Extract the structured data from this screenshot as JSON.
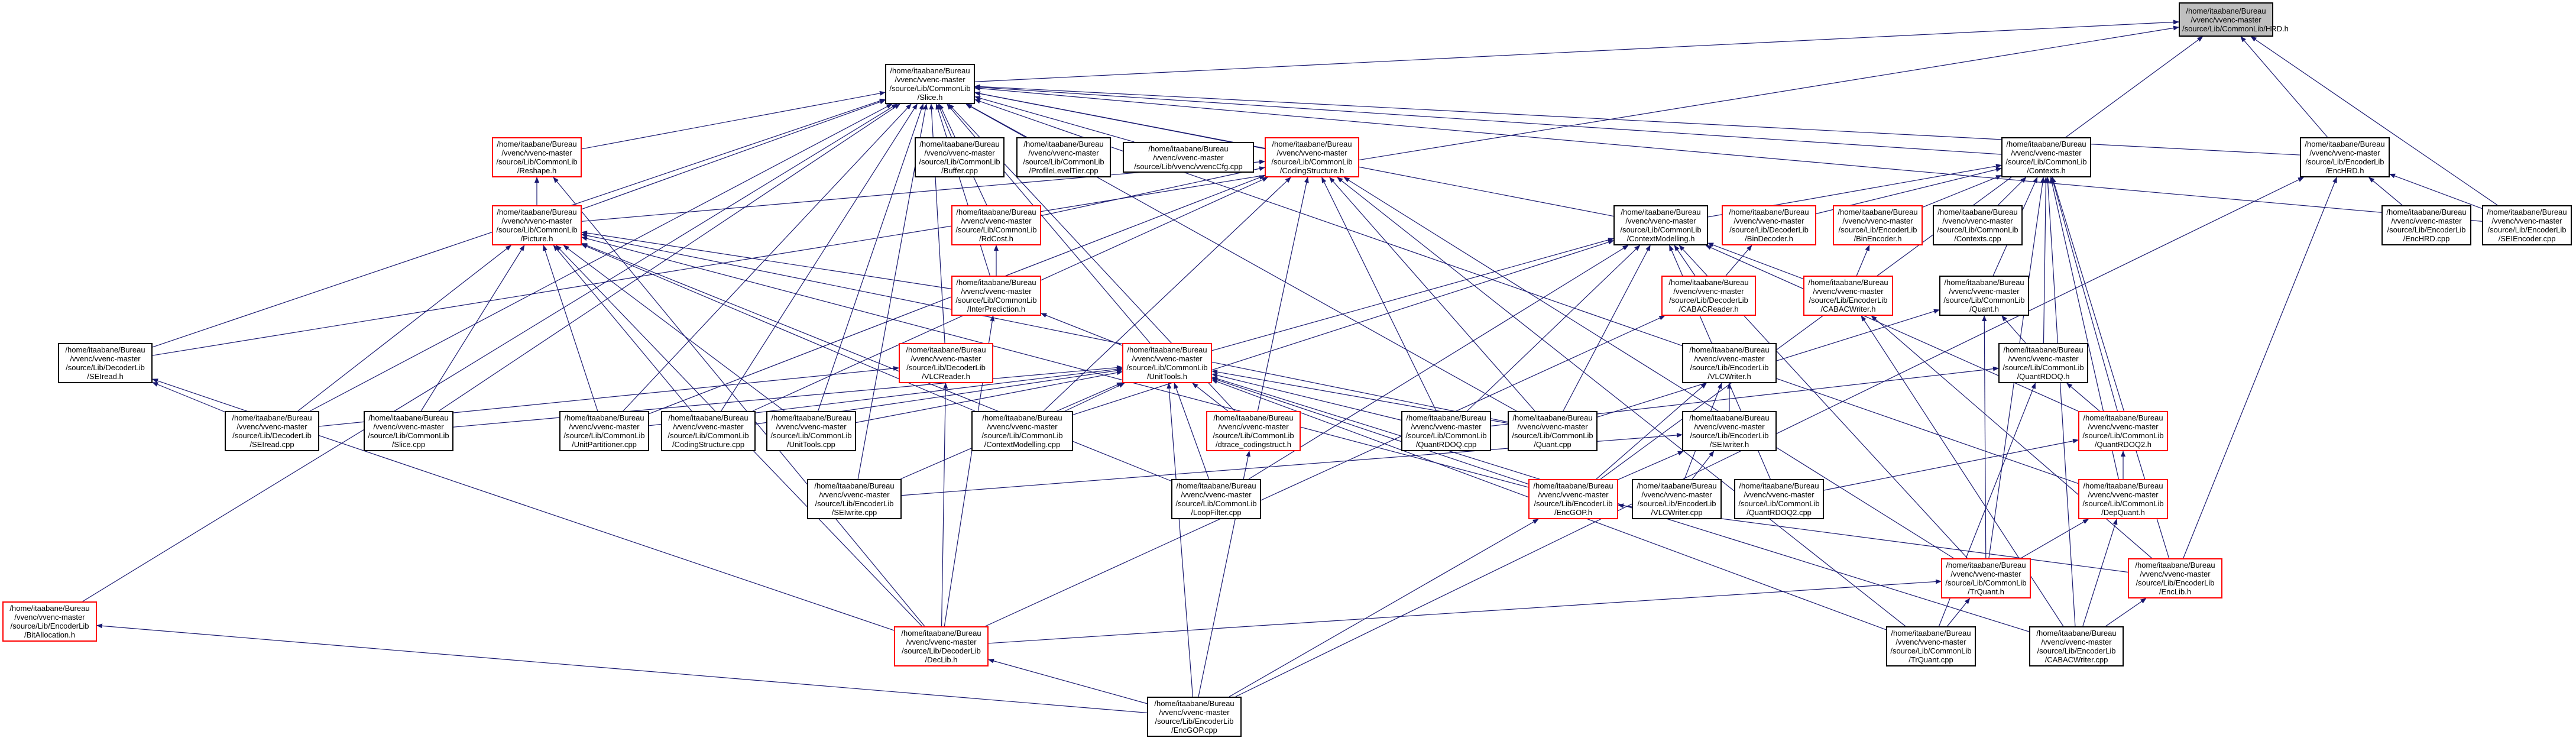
{
  "nodes": {
    "hrd": {
      "lines": [
        "/home/itaabane/Bureau",
        "/vvenc/vvenc-master",
        "/source/Lib/CommonLib/HRD.h"
      ],
      "color": "root"
    },
    "slice": {
      "lines": [
        "/home/itaabane/Bureau",
        "/vvenc/vvenc-master",
        "/source/Lib/CommonLib",
        "/Slice.h"
      ],
      "color": "black"
    },
    "seiread_h": {
      "lines": [
        "/home/itaabane/Bureau",
        "/vvenc/vvenc-master",
        "/source/Lib/DecoderLib",
        "/SEIread.h"
      ],
      "color": "black"
    },
    "bitalloc": {
      "lines": [
        "/home/itaabane/Bureau",
        "/vvenc/vvenc-master",
        "/source/Lib/EncoderLib",
        "/BitAllocation.h"
      ],
      "color": "red"
    },
    "reshape": {
      "lines": [
        "/home/itaabane/Bureau",
        "/vvenc/vvenc-master",
        "/source/Lib/CommonLib",
        "/Reshape.h"
      ],
      "color": "red"
    },
    "picture": {
      "lines": [
        "/home/itaabane/Bureau",
        "/vvenc/vvenc-master",
        "/source/Lib/CommonLib",
        "/Picture.h"
      ],
      "color": "red"
    },
    "buffer": {
      "lines": [
        "/home/itaabane/Bureau",
        "/vvenc/vvenc-master",
        "/source/Lib/CommonLib",
        "/Buffer.cpp"
      ],
      "color": "black"
    },
    "profile": {
      "lines": [
        "/home/itaabane/Bureau",
        "/vvenc/vvenc-master",
        "/source/Lib/CommonLib",
        "/ProfileLevelTier.cpp"
      ],
      "color": "black"
    },
    "vvenccfg": {
      "lines": [
        "/home/itaabane/Bureau",
        "/vvenc/vvenc-master",
        "/source/Lib/vvenc/vvencCfg.cpp"
      ],
      "color": "black"
    },
    "codingstruct": {
      "lines": [
        "/home/itaabane/Bureau",
        "/vvenc/vvenc-master",
        "/source/Lib/CommonLib",
        "/CodingStructure.h"
      ],
      "color": "red"
    },
    "rdcost": {
      "lines": [
        "/home/itaabane/Bureau",
        "/vvenc/vvenc-master",
        "/source/Lib/CommonLib",
        "/RdCost.h"
      ],
      "color": "red"
    },
    "interpred": {
      "lines": [
        "/home/itaabane/Bureau",
        "/vvenc/vvenc-master",
        "/source/Lib/CommonLib",
        "/InterPrediction.h"
      ],
      "color": "red"
    },
    "vlcreader": {
      "lines": [
        "/home/itaabane/Bureau",
        "/vvenc/vvenc-master",
        "/source/Lib/DecoderLib",
        "/VLCReader.h"
      ],
      "color": "red"
    },
    "unittools": {
      "lines": [
        "/home/itaabane/Bureau",
        "/vvenc/vvenc-master",
        "/source/Lib/CommonLib",
        "/UnitTools.h"
      ],
      "color": "red"
    },
    "seiread_cpp": {
      "lines": [
        "/home/itaabane/Bureau",
        "/vvenc/vvenc-master",
        "/source/Lib/DecoderLib",
        "/SEIread.cpp"
      ],
      "color": "black"
    },
    "slice_cpp": {
      "lines": [
        "/home/itaabane/Bureau",
        "/vvenc/vvenc-master",
        "/source/Lib/CommonLib",
        "/Slice.cpp"
      ],
      "color": "black"
    },
    "unitpart": {
      "lines": [
        "/home/itaabane/Bureau",
        "/vvenc/vvenc-master",
        "/source/Lib/CommonLib",
        "/UnitPartitioner.cpp"
      ],
      "color": "black"
    },
    "codingstruct_cpp": {
      "lines": [
        "/home/itaabane/Bureau",
        "/vvenc/vvenc-master",
        "/source/Lib/CommonLib",
        "/CodingStructure.cpp"
      ],
      "color": "black"
    },
    "unittools_cpp": {
      "lines": [
        "/home/itaabane/Bureau",
        "/vvenc/vvenc-master",
        "/source/Lib/CommonLib",
        "/UnitTools.cpp"
      ],
      "color": "black"
    },
    "ctxmodel_cpp": {
      "lines": [
        "/home/itaabane/Bureau",
        "/vvenc/vvenc-master",
        "/source/Lib/CommonLib",
        "/ContextModelling.cpp"
      ],
      "color": "black"
    },
    "dtrace": {
      "lines": [
        "/home/itaabane/Bureau",
        "/vvenc/vvenc-master",
        "/source/Lib/CommonLib",
        "/dtrace_codingstruct.h"
      ],
      "color": "red"
    },
    "seiwrite_cpp": {
      "lines": [
        "/home/itaabane/Bureau",
        "/vvenc/vvenc-master",
        "/source/Lib/EncoderLib",
        "/SEIwrite.cpp"
      ],
      "color": "black"
    },
    "loopfilter": {
      "lines": [
        "/home/itaabane/Bureau",
        "/vvenc/vvenc-master",
        "/source/Lib/CommonLib",
        "/LoopFilter.cpp"
      ],
      "color": "black"
    },
    "contexts": {
      "lines": [
        "/home/itaabane/Bureau",
        "/vvenc/vvenc-master",
        "/source/Lib/CommonLib",
        "/Contexts.h"
      ],
      "color": "black"
    },
    "ctxmodel": {
      "lines": [
        "/home/itaabane/Bureau",
        "/vvenc/vvenc-master",
        "/source/Lib/CommonLib",
        "/ContextModelling.h"
      ],
      "color": "black"
    },
    "bindecoder": {
      "lines": [
        "/home/itaabane/Bureau",
        "/vvenc/vvenc-master",
        "/source/Lib/DecoderLib",
        "/BinDecoder.h"
      ],
      "color": "red"
    },
    "binencoder": {
      "lines": [
        "/home/itaabane/Bureau",
        "/vvenc/vvenc-master",
        "/source/Lib/EncoderLib",
        "/BinEncoder.h"
      ],
      "color": "red"
    },
    "contexts_cpp": {
      "lines": [
        "/home/itaabane/Bureau",
        "/vvenc/vvenc-master",
        "/source/Lib/CommonLib",
        "/Contexts.cpp"
      ],
      "color": "black"
    },
    "cabacreader": {
      "lines": [
        "/home/itaabane/Bureau",
        "/vvenc/vvenc-master",
        "/source/Lib/DecoderLib",
        "/CABACReader.h"
      ],
      "color": "red"
    },
    "cabacwriter": {
      "lines": [
        "/home/itaabane/Bureau",
        "/vvenc/vvenc-master",
        "/source/Lib/EncoderLib",
        "/CABACWriter.h"
      ],
      "color": "red"
    },
    "quant": {
      "lines": [
        "/home/itaabane/Bureau",
        "/vvenc/vvenc-master",
        "/source/Lib/CommonLib",
        "/Quant.h"
      ],
      "color": "black"
    },
    "vlcwriter": {
      "lines": [
        "/home/itaabane/Bureau",
        "/vvenc/vvenc-master",
        "/source/Lib/EncoderLib",
        "/VLCWriter.h"
      ],
      "color": "black"
    },
    "quantrdoq": {
      "lines": [
        "/home/itaabane/Bureau",
        "/vvenc/vvenc-master",
        "/source/Lib/CommonLib",
        "/QuantRDOQ.h"
      ],
      "color": "black"
    },
    "quantrdoq_cpp": {
      "lines": [
        "/home/itaabane/Bureau",
        "/vvenc/vvenc-master",
        "/source/Lib/CommonLib",
        "/QuantRDOQ.cpp"
      ],
      "color": "black"
    },
    "quant_cpp": {
      "lines": [
        "/home/itaabane/Bureau",
        "/vvenc/vvenc-master",
        "/source/Lib/CommonLib",
        "/Quant.cpp"
      ],
      "color": "black"
    },
    "seiwriter": {
      "lines": [
        "/home/itaabane/Bureau",
        "/vvenc/vvenc-master",
        "/source/Lib/EncoderLib",
        "/SEIwriter.h"
      ],
      "color": "black"
    },
    "quantrdoq2": {
      "lines": [
        "/home/itaabane/Bureau",
        "/vvenc/vvenc-master",
        "/source/Lib/CommonLib",
        "/QuantRDOQ2.h"
      ],
      "color": "red"
    },
    "encgop": {
      "lines": [
        "/home/itaabane/Bureau",
        "/vvenc/vvenc-master",
        "/source/Lib/EncoderLib",
        "/EncGOP.h"
      ],
      "color": "red"
    },
    "vlcwriter_cpp": {
      "lines": [
        "/home/itaabane/Bureau",
        "/vvenc/vvenc-master",
        "/source/Lib/EncoderLib",
        "/VLCWriter.cpp"
      ],
      "color": "black"
    },
    "quantrdoq2_cpp": {
      "lines": [
        "/home/itaabane/Bureau",
        "/vvenc/vvenc-master",
        "/source/Lib/CommonLib",
        "/QuantRDOQ2.cpp"
      ],
      "color": "black"
    },
    "depquant": {
      "lines": [
        "/home/itaabane/Bureau",
        "/vvenc/vvenc-master",
        "/source/Lib/CommonLib",
        "/DepQuant.h"
      ],
      "color": "red"
    },
    "enchrd": {
      "lines": [
        "/home/itaabane/Bureau",
        "/vvenc/vvenc-master",
        "/source/Lib/EncoderLib",
        "/EncHRD.h"
      ],
      "color": "black"
    },
    "enchrd_cpp": {
      "lines": [
        "/home/itaabane/Bureau",
        "/vvenc/vvenc-master",
        "/source/Lib/EncoderLib",
        "/EncHRD.cpp"
      ],
      "color": "black"
    },
    "seiencoder": {
      "lines": [
        "/home/itaabane/Bureau",
        "/vvenc/vvenc-master",
        "/source/Lib/EncoderLib",
        "/SEIEncoder.cpp"
      ],
      "color": "black"
    },
    "trquant": {
      "lines": [
        "/home/itaabane/Bureau",
        "/vvenc/vvenc-master",
        "/source/Lib/CommonLib",
        "/TrQuant.h"
      ],
      "color": "red"
    },
    "enclib": {
      "lines": [
        "/home/itaabane/Bureau",
        "/vvenc/vvenc-master",
        "/source/Lib/EncoderLib",
        "/EncLib.h"
      ],
      "color": "red"
    },
    "declib": {
      "lines": [
        "/home/itaabane/Bureau",
        "/vvenc/vvenc-master",
        "/source/Lib/DecoderLib",
        "/DecLib.h"
      ],
      "color": "red"
    },
    "trquant_cpp": {
      "lines": [
        "/home/itaabane/Bureau",
        "/vvenc/vvenc-master",
        "/source/Lib/CommonLib",
        "/TrQuant.cpp"
      ],
      "color": "black"
    },
    "cabacwriter_cpp": {
      "lines": [
        "/home/itaabane/Bureau",
        "/vvenc/vvenc-master",
        "/source/Lib/EncoderLib",
        "/CABACWriter.cpp"
      ],
      "color": "black"
    },
    "encgop_cpp": {
      "lines": [
        "/home/itaabane/Bureau",
        "/vvenc/vvenc-master",
        "/source/Lib/EncoderLib",
        "/EncGOP.cpp"
      ],
      "color": "black"
    }
  },
  "edges": [
    [
      "slice",
      "hrd"
    ],
    [
      "enchrd",
      "hrd"
    ],
    [
      "seiencoder",
      "hrd"
    ],
    [
      "seiread_h",
      "hrd"
    ],
    [
      "encgop",
      "hrd"
    ],
    [
      "reshape",
      "slice"
    ],
    [
      "picture",
      "slice"
    ],
    [
      "buffer",
      "slice"
    ],
    [
      "profile",
      "slice"
    ],
    [
      "vvenccfg",
      "slice"
    ],
    [
      "codingstruct",
      "slice"
    ],
    [
      "rdcost",
      "slice"
    ],
    [
      "interpred",
      "slice"
    ],
    [
      "vlcreader",
      "slice"
    ],
    [
      "unittools",
      "slice"
    ],
    [
      "seiread_h",
      "slice"
    ],
    [
      "bitalloc",
      "slice"
    ],
    [
      "seiread_cpp",
      "slice"
    ],
    [
      "slice_cpp",
      "slice"
    ],
    [
      "unitpart",
      "slice"
    ],
    [
      "codingstruct_cpp",
      "slice"
    ],
    [
      "unittools_cpp",
      "slice"
    ],
    [
      "ctxmodel",
      "slice"
    ],
    [
      "contexts",
      "slice"
    ],
    [
      "seiwrite_cpp",
      "slice"
    ],
    [
      "dtrace",
      "slice"
    ],
    [
      "quant_cpp",
      "slice"
    ],
    [
      "depquant",
      "slice"
    ],
    [
      "enchrd",
      "slice"
    ],
    [
      "seiencoder",
      "slice"
    ],
    [
      "picture",
      "reshape"
    ],
    [
      "declib",
      "reshape"
    ],
    [
      "interpred",
      "picture"
    ],
    [
      "seiread_cpp",
      "picture"
    ],
    [
      "slice_cpp",
      "picture"
    ],
    [
      "unitpart",
      "picture"
    ],
    [
      "codingstruct_cpp",
      "picture"
    ],
    [
      "unittools_cpp",
      "picture"
    ],
    [
      "ctxmodel_cpp",
      "picture"
    ],
    [
      "loopfilter",
      "picture"
    ],
    [
      "encgop",
      "picture"
    ],
    [
      "declib",
      "picture"
    ],
    [
      "quant_cpp",
      "picture"
    ],
    [
      "picture",
      "codingstruct"
    ],
    [
      "rdcost",
      "codingstruct"
    ],
    [
      "dtrace",
      "codingstruct"
    ],
    [
      "unitpart",
      "codingstruct"
    ],
    [
      "codingstruct_cpp",
      "codingstruct"
    ],
    [
      "ctxmodel_cpp",
      "codingstruct"
    ],
    [
      "quantrdoq_cpp",
      "codingstruct"
    ],
    [
      "quant_cpp",
      "codingstruct"
    ],
    [
      "trquant",
      "codingstruct"
    ],
    [
      "trquant_cpp",
      "codingstruct"
    ],
    [
      "interpred",
      "rdcost"
    ],
    [
      "unittools",
      "interpred"
    ],
    [
      "declib",
      "interpred"
    ],
    [
      "seiread_cpp",
      "vlcreader"
    ],
    [
      "declib",
      "vlcreader"
    ],
    [
      "slice_cpp",
      "unittools"
    ],
    [
      "unitpart",
      "unittools"
    ],
    [
      "codingstruct_cpp",
      "unittools"
    ],
    [
      "unittools_cpp",
      "unittools"
    ],
    [
      "ctxmodel_cpp",
      "unittools"
    ],
    [
      "dtrace",
      "unittools"
    ],
    [
      "loopfilter",
      "unittools"
    ],
    [
      "quantrdoq_cpp",
      "unittools"
    ],
    [
      "quant_cpp",
      "unittools"
    ],
    [
      "encgop",
      "unittools"
    ],
    [
      "encgop_cpp",
      "unittools"
    ],
    [
      "trquant_cpp",
      "unittools"
    ],
    [
      "cabacwriter_cpp",
      "unittools"
    ],
    [
      "seiwrite_cpp",
      "unittools"
    ],
    [
      "ctxmodel",
      "contexts"
    ],
    [
      "bindecoder",
      "contexts"
    ],
    [
      "binencoder",
      "contexts"
    ],
    [
      "contexts_cpp",
      "contexts"
    ],
    [
      "quant",
      "contexts"
    ],
    [
      "quantrdoq",
      "contexts"
    ],
    [
      "quantrdoq2",
      "contexts"
    ],
    [
      "depquant",
      "contexts"
    ],
    [
      "trquant",
      "contexts"
    ],
    [
      "enclib",
      "contexts"
    ],
    [
      "cabacwriter_cpp",
      "contexts"
    ],
    [
      "unittools",
      "ctxmodel"
    ],
    [
      "cabacreader",
      "ctxmodel"
    ],
    [
      "cabacwriter",
      "ctxmodel"
    ],
    [
      "quant_cpp",
      "ctxmodel"
    ],
    [
      "quantrdoq_cpp",
      "ctxmodel"
    ],
    [
      "ctxmodel_cpp",
      "ctxmodel"
    ],
    [
      "trquant",
      "ctxmodel"
    ],
    [
      "quantrdoq2",
      "ctxmodel"
    ],
    [
      "loopfilter",
      "ctxmodel"
    ],
    [
      "quantrdoq2_cpp",
      "ctxmodel"
    ],
    [
      "cabacreader",
      "bindecoder"
    ],
    [
      "cabacwriter",
      "binencoder"
    ],
    [
      "declib",
      "cabacreader"
    ],
    [
      "cabacwriter_cpp",
      "cabacwriter"
    ],
    [
      "enclib",
      "cabacwriter"
    ],
    [
      "quantrdoq",
      "quant"
    ],
    [
      "quant_cpp",
      "quant"
    ],
    [
      "trquant",
      "quant"
    ],
    [
      "vlcwriter_cpp",
      "vlcwriter"
    ],
    [
      "seiwriter",
      "vlcwriter"
    ],
    [
      "encgop",
      "vlcwriter"
    ],
    [
      "quantrdoq2",
      "quantrdoq"
    ],
    [
      "quantrdoq_cpp",
      "quantrdoq"
    ],
    [
      "trquant_cpp",
      "quantrdoq"
    ],
    [
      "depquant",
      "quantrdoq2"
    ],
    [
      "quantrdoq2_cpp",
      "quantrdoq2"
    ],
    [
      "encgop",
      "seiwriter"
    ],
    [
      "vlcwriter_cpp",
      "seiwriter"
    ],
    [
      "seiwrite_cpp",
      "seiwriter"
    ],
    [
      "trquant",
      "depquant"
    ],
    [
      "cabacwriter_cpp",
      "depquant"
    ],
    [
      "declib",
      "trquant"
    ],
    [
      "trquant_cpp",
      "trquant"
    ],
    [
      "enclib",
      "encgop"
    ],
    [
      "encgop_cpp",
      "encgop"
    ],
    [
      "enchrd_cpp",
      "enchrd"
    ],
    [
      "seiencoder",
      "enchrd"
    ],
    [
      "enclib",
      "enchrd"
    ],
    [
      "encgop_cpp",
      "enchrd"
    ],
    [
      "cabacwriter_cpp",
      "enclib"
    ],
    [
      "encgop_cpp",
      "declib"
    ],
    [
      "encgop_cpp",
      "bitalloc"
    ],
    [
      "encgop_cpp",
      "dtrace"
    ],
    [
      "declib",
      "seiread_h"
    ],
    [
      "seiread_cpp",
      "seiread_h"
    ]
  ]
}
